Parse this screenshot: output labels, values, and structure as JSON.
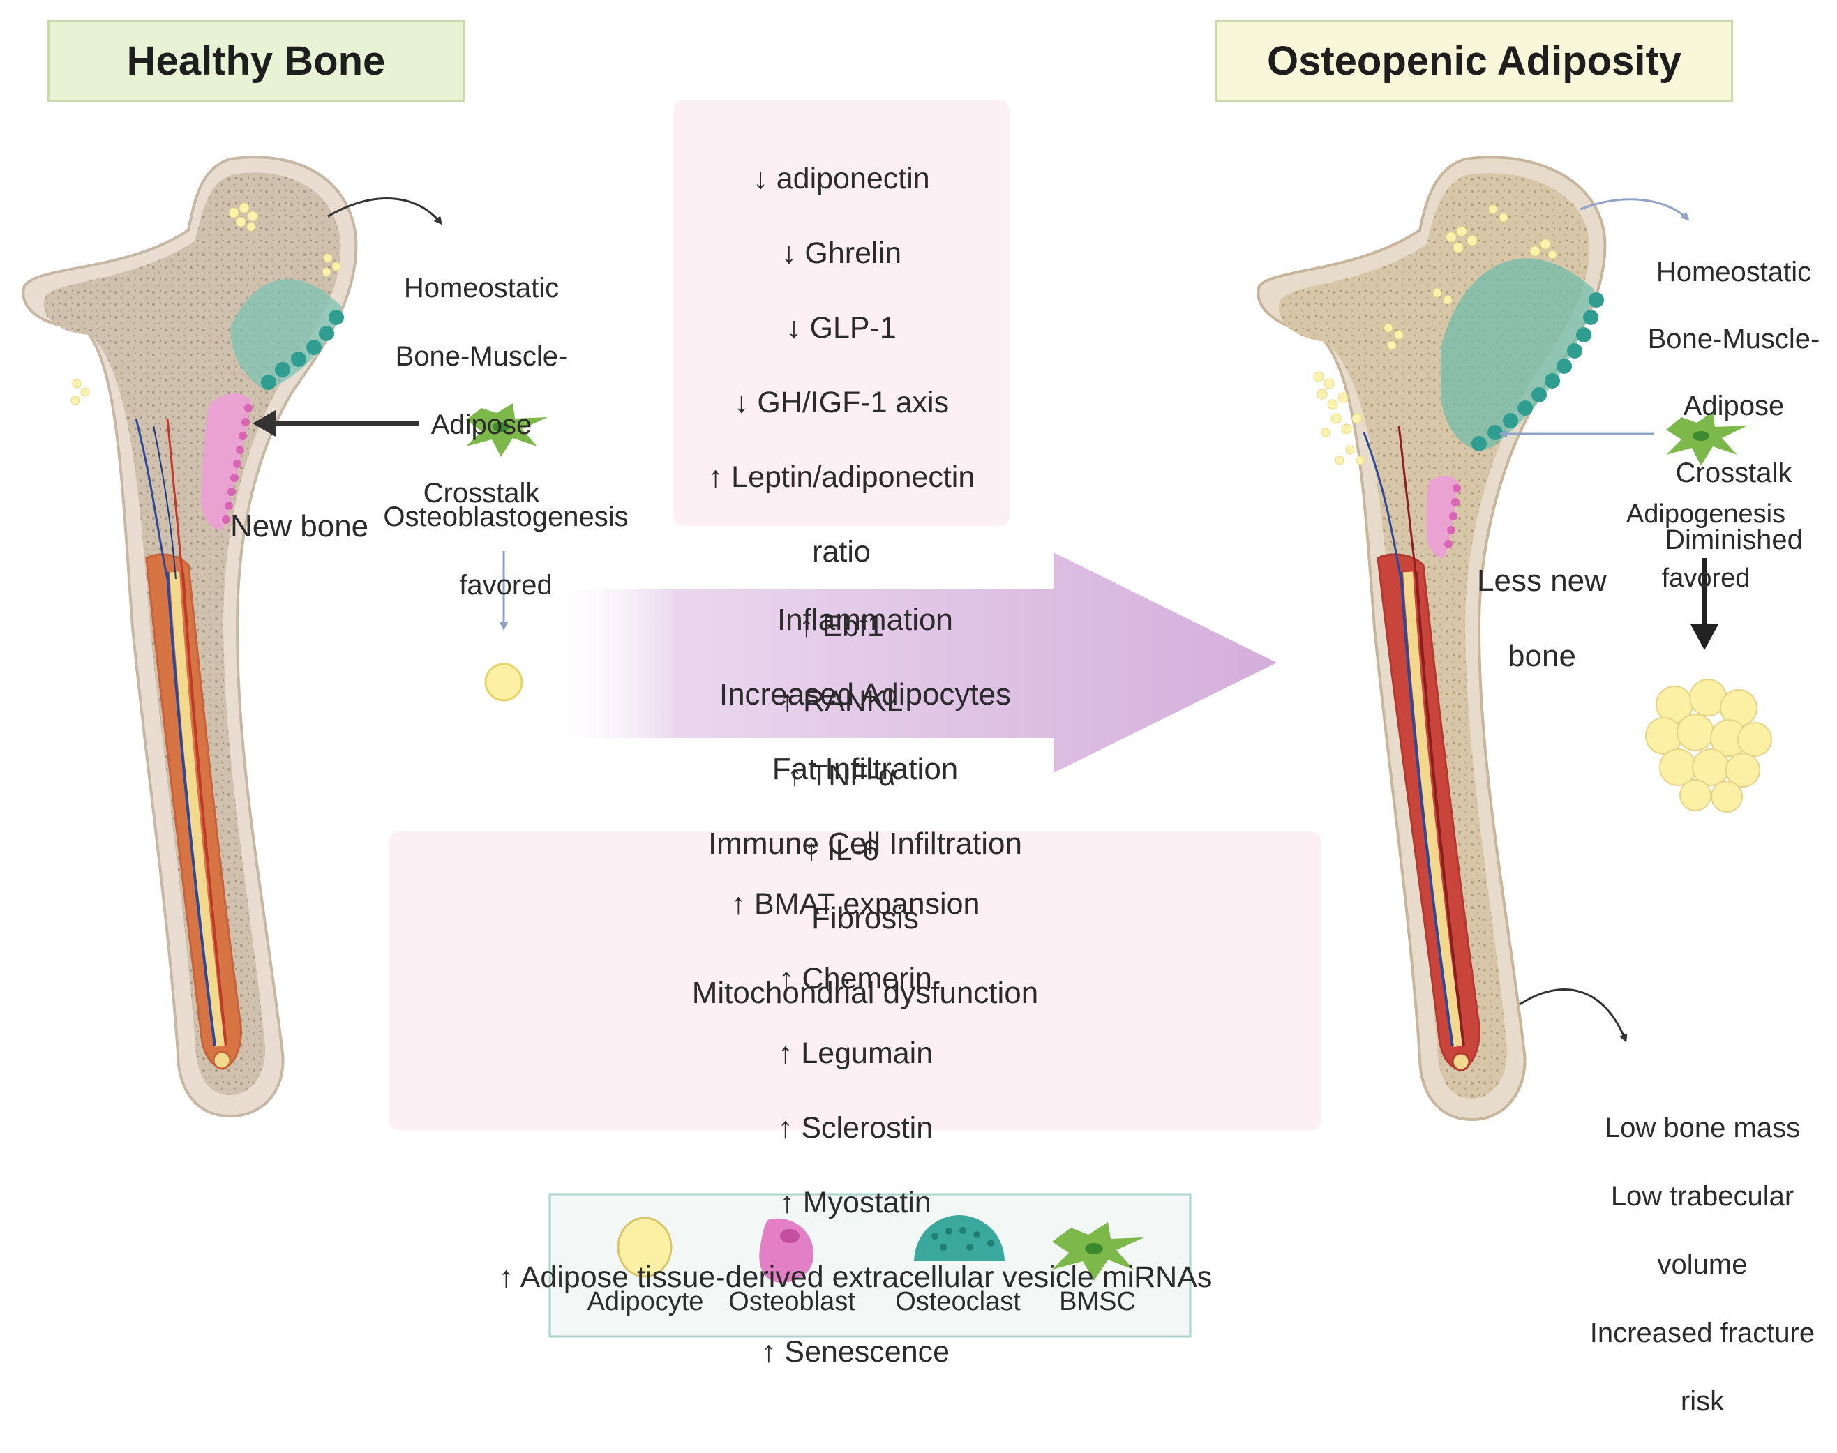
{
  "titles": {
    "left": "Healthy Bone",
    "right": "Osteopenic Adiposity"
  },
  "left_panel": {
    "crosstalk": [
      "Homeostatic",
      "Bone-Muscle-",
      "Adipose",
      "Crosstalk"
    ],
    "osteo_favored": [
      "Osteoblastogenesis",
      "favored"
    ],
    "new_bone": "New bone"
  },
  "right_panel": {
    "crosstalk": [
      "Homeostatic",
      "Bone-Muscle-",
      "Adipose",
      "Crosstalk",
      "Diminished"
    ],
    "adipo_favored": [
      "Adipogenesis",
      "favored"
    ],
    "less_new_bone": [
      "Less new",
      "bone"
    ],
    "outcomes": [
      "Low bone mass",
      "Low trabecular",
      "volume",
      "Increased fracture",
      "risk"
    ]
  },
  "top_box": {
    "items": [
      "↓ adiponectin",
      "↓ Ghrelin",
      "↓ GLP-1",
      "↓ GH/IGF-1 axis",
      "↑ Leptin/adiponectin",
      "ratio",
      "↑ Ebf1",
      "↑ RANKL",
      "↑ TNF-α",
      "↑ IL-6"
    ]
  },
  "center_arrow": {
    "items": [
      "Inflammation",
      "Increased Adipocytes",
      "Fat Infiltration",
      "Immune Cell Infiltration",
      "Fibrosis",
      "Mitochondrial dysfunction"
    ]
  },
  "bottom_box": {
    "items": [
      "↑ BMAT expansion",
      "↑ Chemerin",
      "↑ Legumain",
      "↑ Sclerostin",
      "↑ Myostatin",
      "↑ Adipose tissue-derived extracellular vesicle miRNAs",
      "↑ Senescence"
    ]
  },
  "legend": {
    "items": [
      {
        "label": "Adipocyte",
        "icon": "adipocyte-icon"
      },
      {
        "label": "Osteoblast",
        "icon": "osteoblast-icon"
      },
      {
        "label": "Osteoclast",
        "icon": "osteoclast-icon"
      },
      {
        "label": "BMSC",
        "icon": "bmsc-icon"
      }
    ]
  },
  "colors": {
    "left_title_bg": "#e8f3d6",
    "right_title_bg": "#f9f7d9",
    "pink_box": "#fdf0f4",
    "arrow": "#d8b4dd",
    "bone": "#d6c8b5",
    "marrow": "#d86a3c",
    "osteoclast": "#3aa89d",
    "osteoblast": "#e17ac3",
    "bmsc": "#79b84b",
    "adipocyte": "#fbf0a3"
  }
}
